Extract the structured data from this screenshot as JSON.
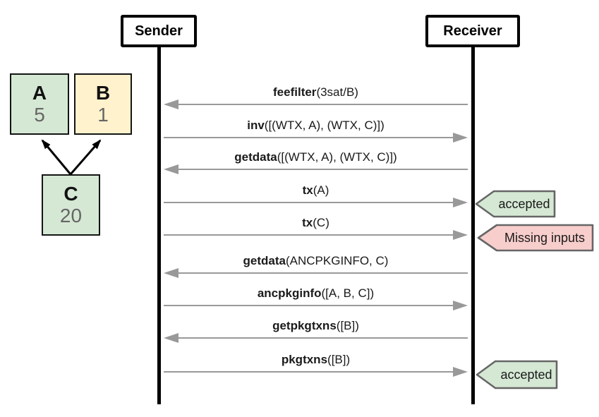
{
  "participants": [
    {
      "label": "Sender"
    },
    {
      "label": "Receiver"
    }
  ],
  "graph": {
    "nodes": [
      {
        "id": "A",
        "label": "A",
        "value": "5",
        "color": "green"
      },
      {
        "id": "B",
        "label": "B",
        "value": "1",
        "color": "yellow"
      },
      {
        "id": "C",
        "label": "C",
        "value": "20",
        "color": "green"
      }
    ],
    "edges": [
      {
        "from": "C",
        "to": "A"
      },
      {
        "from": "C",
        "to": "B"
      }
    ]
  },
  "messages": [
    {
      "fn": "feefilter",
      "args": "(3sat/B)",
      "direction": "to-sender"
    },
    {
      "fn": "inv",
      "args": "([(WTX, A), (WTX, C)])",
      "direction": "to-receiver"
    },
    {
      "fn": "getdata",
      "args": "([(WTX, A), (WTX, C)])",
      "direction": "to-sender"
    },
    {
      "fn": "tx",
      "args": "(A)",
      "direction": "to-receiver",
      "result": "accepted"
    },
    {
      "fn": "tx",
      "args": "(C)",
      "direction": "to-receiver",
      "result": "Missing inputs"
    },
    {
      "fn": "getdata",
      "args": "(ANCPKGINFO, C)",
      "direction": "to-sender"
    },
    {
      "fn": "ancpkginfo",
      "args": "([A, B, C])",
      "direction": "to-receiver"
    },
    {
      "fn": "getpkgtxns",
      "args": "([B])",
      "direction": "to-sender"
    },
    {
      "fn": "pkgtxns",
      "args": "([B])",
      "direction": "to-receiver",
      "result": "accepted"
    }
  ],
  "tags": [
    {
      "label": "accepted",
      "status": "accepted"
    },
    {
      "label": "Missing inputs",
      "status": "rejected"
    },
    {
      "label": "accepted",
      "status": "accepted"
    }
  ],
  "colors": {
    "node_green": "#d5e8d4",
    "node_yellow": "#fff2cc",
    "tag_green": "#d5e8d4",
    "tag_pink": "#f8cecc",
    "tag_border": "#666666",
    "arrow_gray": "#999999",
    "value_text": "#666666",
    "line_black": "#000000"
  }
}
